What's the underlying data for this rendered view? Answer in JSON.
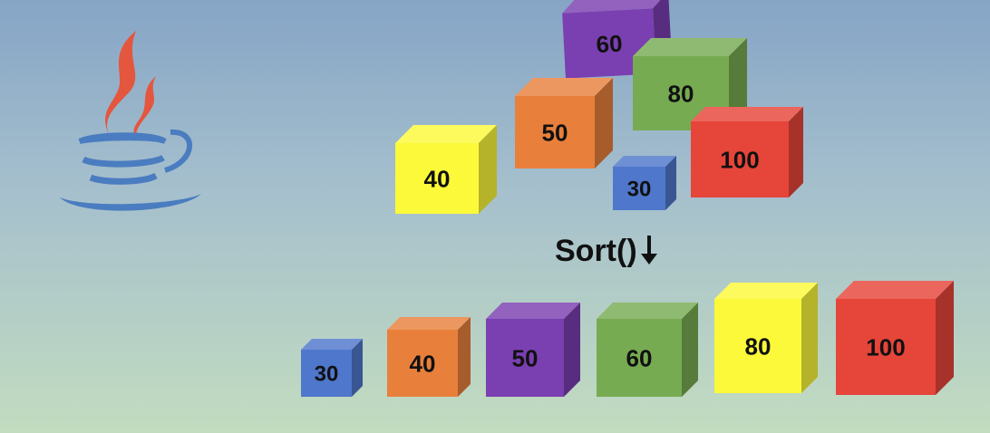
{
  "colors": {
    "blue": "#4f77cc",
    "orange": "#e8803c",
    "purple": "#7a3fb0",
    "green": "#77ab52",
    "yellow": "#fbf93a",
    "red": "#e6453a"
  },
  "logo": {
    "icon": "java-coffee-cup-icon",
    "flame_color": "#e4563e",
    "cup_color": "#4a7cc0"
  },
  "unsorted": [
    {
      "label": "60",
      "color": "purple"
    },
    {
      "label": "80",
      "color": "green"
    },
    {
      "label": "50",
      "color": "orange"
    },
    {
      "label": "40",
      "color": "yellow"
    },
    {
      "label": "30",
      "color": "blue"
    },
    {
      "label": "100",
      "color": "red"
    }
  ],
  "operation": {
    "label": "Sort()",
    "arrow_icon": "down-arrow-icon"
  },
  "sorted": [
    {
      "label": "30",
      "color": "blue"
    },
    {
      "label": "40",
      "color": "orange"
    },
    {
      "label": "50",
      "color": "purple"
    },
    {
      "label": "60",
      "color": "green"
    },
    {
      "label": "80",
      "color": "yellow"
    },
    {
      "label": "100",
      "color": "red"
    }
  ]
}
